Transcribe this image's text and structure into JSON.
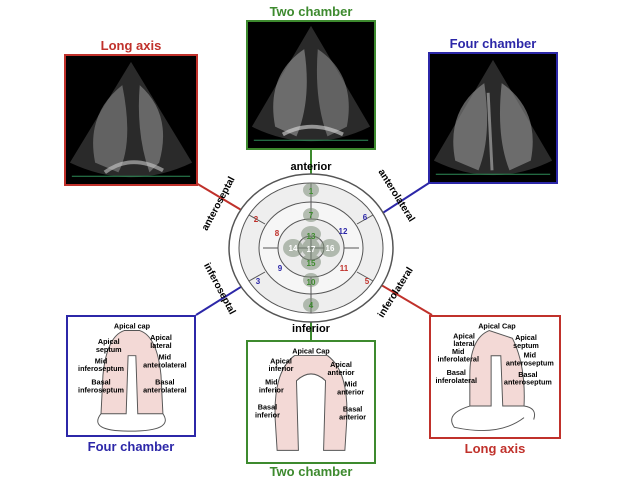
{
  "colors": {
    "red": "#c0312b",
    "green": "#3d8a2e",
    "blue": "#2c27a8"
  },
  "echo_panels": {
    "long_axis": {
      "title": "Long axis"
    },
    "two_chamber": {
      "title": "Two chamber"
    },
    "four_chamber": {
      "title": "Four chamber"
    }
  },
  "bullseye": {
    "walls": {
      "anterior": "anterior",
      "inferior": "inferior",
      "anteroseptal": "anteroseptal",
      "anterolateral": "anterolateral",
      "inferoseptal": "inferoseptal",
      "inferolateral": "inferolateral"
    },
    "segments": [
      "1",
      "2",
      "3",
      "4",
      "5",
      "6",
      "7",
      "8",
      "9",
      "10",
      "11",
      "12",
      "13",
      "14",
      "15",
      "16",
      "17"
    ]
  },
  "sketches": {
    "four_chamber": {
      "title": "Four chamber",
      "labels": [
        "Apical cap",
        "Apical",
        "septum",
        "Apical",
        "lateral",
        "Mid",
        "inferoseptum",
        "Mid",
        "anterolateral",
        "Basal",
        "inferoseptum",
        "Basal",
        "anterolateral"
      ]
    },
    "two_chamber": {
      "title": "Two chamber",
      "labels": [
        "Apical Cap",
        "Apical",
        "inferior",
        "Apical",
        "anterior",
        "Mid",
        "inferior",
        "Mid",
        "anterior",
        "Basal",
        "inferior",
        "Basal",
        "anterior"
      ]
    },
    "long_axis": {
      "title": "Long axis",
      "labels": [
        "Apical Cap",
        "Apical",
        "lateral",
        "Apical",
        "septum",
        "Mid",
        "inferolateral",
        "Mid",
        "anteroseptum",
        "Basal",
        "inferolateral",
        "Basal",
        "anteroseptum"
      ]
    }
  }
}
